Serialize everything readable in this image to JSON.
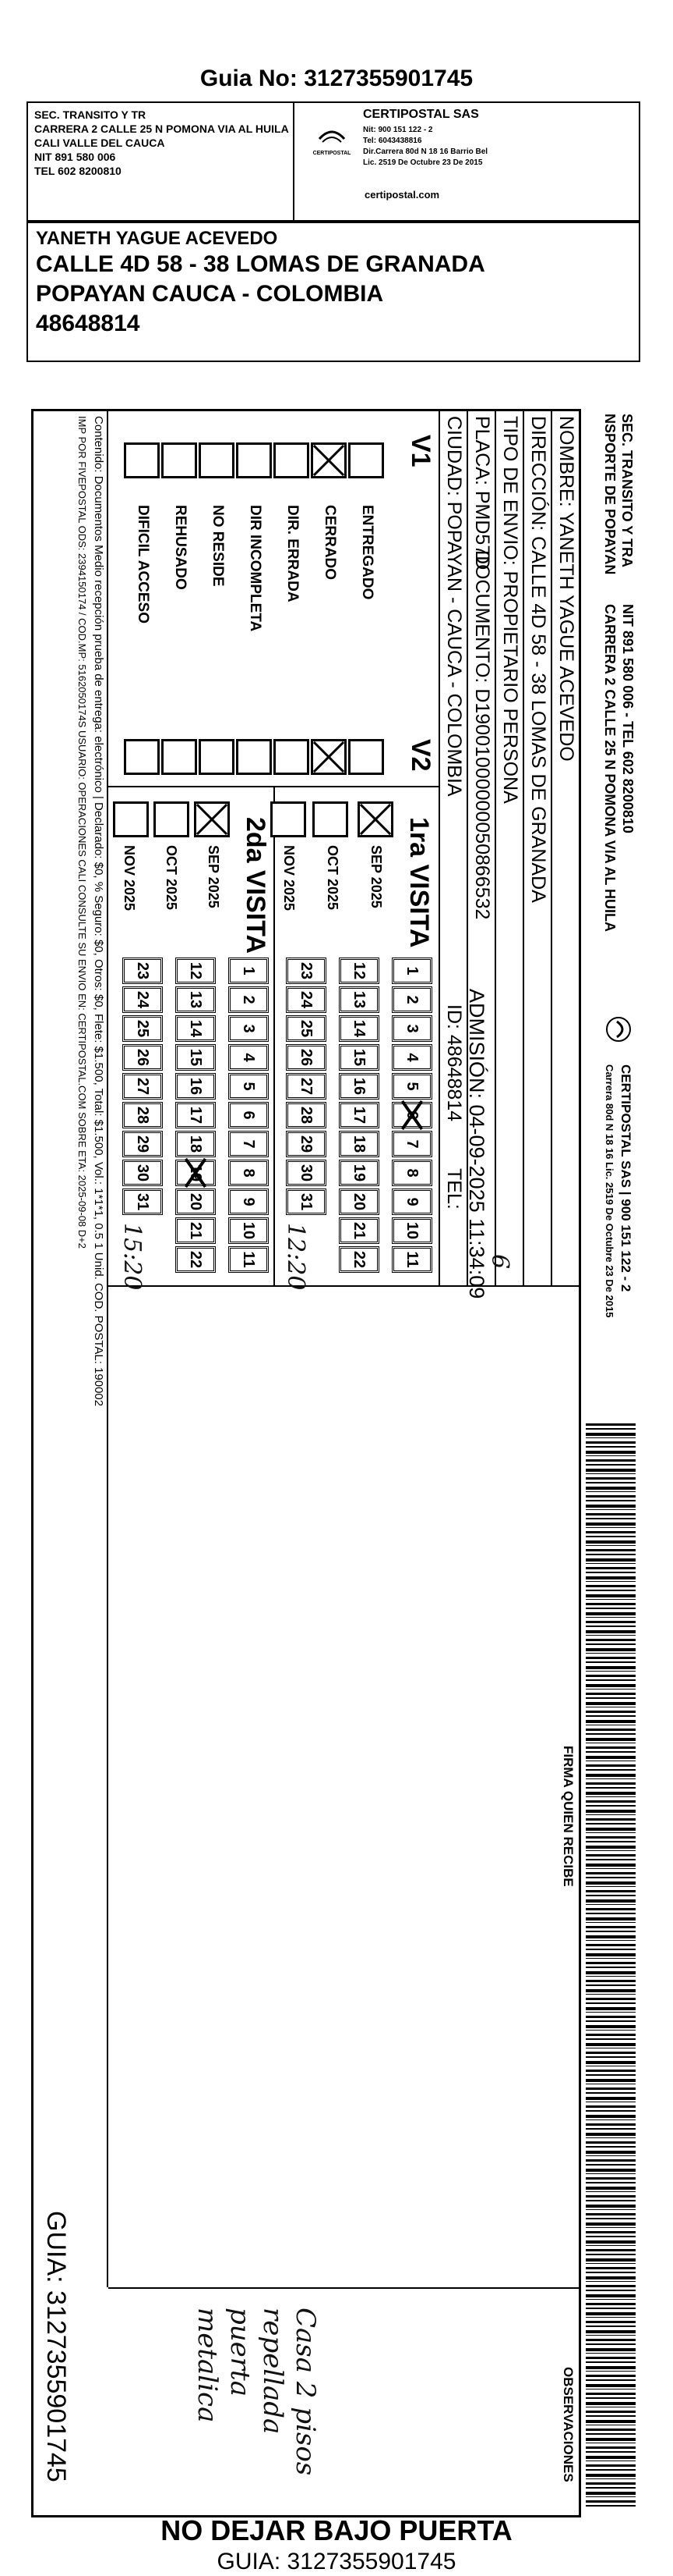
{
  "top": {
    "guide_number": "Guia No: 3127355901745"
  },
  "sender": {
    "line1": "SEC. TRANSITO Y TR",
    "line2": "CARRERA 2 CALLE 25 N POMONA VIA AL HUILA",
    "line3": "CALI VALLE DEL CAUCA",
    "line4": "NIT 891 580 006",
    "line5": "TEL 602 8200810"
  },
  "carrier": {
    "name": "CERTIPOSTAL SAS",
    "nit": "Nit: 900 151 122 - 2",
    "tel": "Tel: 6043438816",
    "address": "Dir.Carrera 80d N 18 16 Barrio Bel",
    "license": "Lic. 2519 De Octubre 23 De 2015",
    "site": "certipostal.com",
    "logo_text": "CERTIPOSTAL"
  },
  "recipient": {
    "name": "YANETH YAGUE ACEVEDO",
    "address": "CALLE 4D 58 - 38 LOMAS DE GRANADA",
    "city": "POPAYAN CAUCA - COLOMBIA",
    "id": "48648814"
  },
  "slip": {
    "sender_line1": "SEC. TRANSITO Y TRA",
    "sender_line2": "NSPORTE DE POPAYAN",
    "nit_tel": "NIT 891 580 006 - TEL 602 8200810",
    "sender_address": "CARRERA 2 CALLE 25 N POMONA VIA AL HUILA",
    "carrier_line1": "CERTIPOSTAL SAS | 900 151 122 - 2",
    "carrier_line2": "Carrera 80d N 18 16 Lic. 2519 De Octubre 23 De 2015",
    "fields": {
      "nombre": "NOMBRE: YANETH YAGUE ACEVEDO",
      "direccion": "DIRECCIÓN: CALLE 4D 58 - 38 LOMAS DE GRANADA",
      "tipo_envio": "TIPO DE ENVIO: PROPIETARIO PERSONA",
      "placa": "PLACA: PMD57D",
      "documento": "DOCUMENTO: D19001000000050866532",
      "ciudad": "CIUDAD: POPAYAN - CAUCA - COLOMBIA",
      "id": "ID: 48648814",
      "tel": "TEL:",
      "admision": "ADMISIÓN: 04-09-2025 11:34:09"
    },
    "v1": "V1",
    "v2": "V2",
    "reasons": [
      "ENTREGADO",
      "CERRADO",
      "DIR. ERRADA",
      "DIR INCOMPLETA",
      "NO RESIDE",
      "REHUSADO",
      "DIFICIL ACCESO"
    ],
    "v1_checked": "CERRADO",
    "v2_checked": "CERRADO",
    "visit1": {
      "title": "1ra VISITA",
      "months": [
        "SEP 2025",
        "OCT 2025",
        "NOV 2025"
      ],
      "checked": "SEP 2025",
      "day_marked": "6",
      "time": "12:20"
    },
    "visit2": {
      "title": "2da VISITA",
      "months": [
        "SEP 2025",
        "OCT 2025",
        "NOV 2025"
      ],
      "checked": "SEP 2025",
      "day_marked": "19",
      "time": "15:20"
    },
    "day_rows": [
      [
        "1",
        "2",
        "3",
        "4",
        "5",
        "6",
        "7",
        "8",
        "9",
        "10",
        "11"
      ],
      [
        "12",
        "13",
        "14",
        "15",
        "16",
        "17",
        "18",
        "19",
        "20",
        "21",
        "22"
      ],
      [
        "23",
        "24",
        "25",
        "26",
        "27",
        "28",
        "29",
        "30",
        "31"
      ]
    ],
    "handwritten_six": "6",
    "signature_label": "FIRMA QUIEN RECIBE",
    "observaciones_label": "OBSERVACIONES",
    "observaciones_text": [
      "Casa 2 pisos",
      "repellada",
      "puerta metalica"
    ],
    "contenido": "Contenido: Documentos Medio recepción prueba de entrega: electrónico | Declarado: $0, % Seguro: $0, Otros: $0, Flete: $1.500, Total: $1.500, Vol.: 1*1*1, 0.5  1 Unid. COD. POSTAL: 190002",
    "imp": "IMP POR FIVEPOSTAL ODS: 2394150174 / COD.MP: 5162050174S USUARIO: OPERACIONES CALI CONSULTE SU ENVIO EN: CERTIPOSTAL.COM SOBRE ETA: 2025-09-08 D+2",
    "guia_vertical": "GUIA: 3127355901745"
  },
  "footer": {
    "warning": "NO DEJAR BAJO PUERTA",
    "guia": "GUIA: 3127355901745"
  }
}
